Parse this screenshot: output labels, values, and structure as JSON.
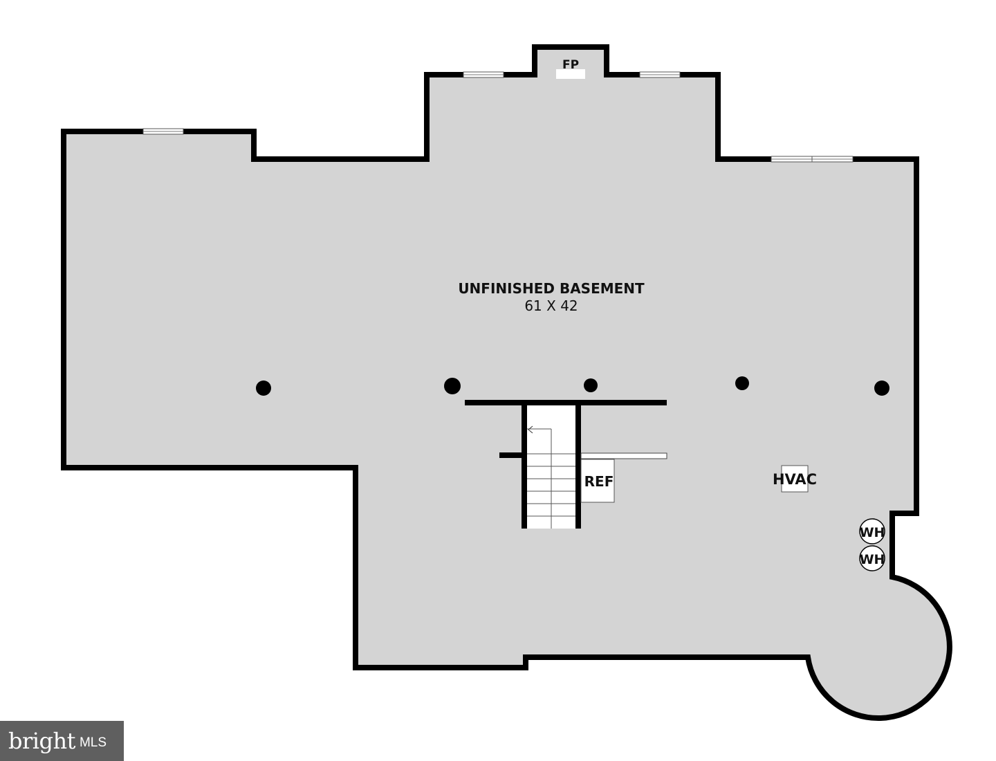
{
  "colors": {
    "floor": "#d4d4d4",
    "wall": "#000000",
    "background": "#ffffff",
    "logo_bg": "#5f5f5f",
    "logo_dot": "#e03a2f"
  },
  "rooms": [
    {
      "name": "UNFINISHED BASEMENT",
      "dimensions": "61 X 42"
    }
  ],
  "fixtures": {
    "fireplace": "FP",
    "refrigerator": "REF",
    "hvac": "HVAC",
    "water_heater_1": "WH",
    "water_heater_2": "WH"
  },
  "watermark": {
    "brand": "bright",
    "suffix": "MLS"
  }
}
